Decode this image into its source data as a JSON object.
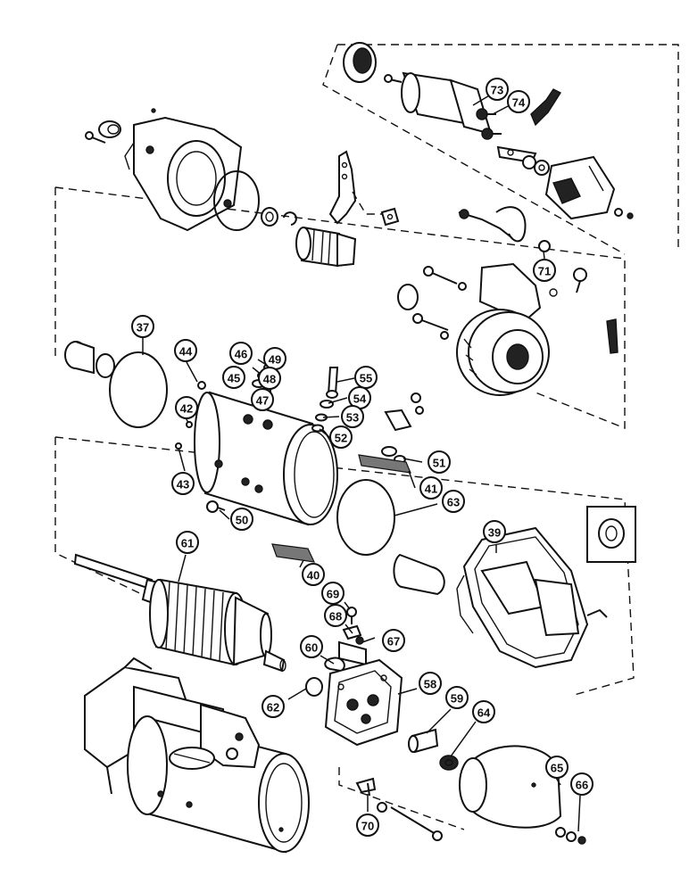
{
  "diagram": {
    "callouts": [
      "73",
      "74",
      "71",
      "37",
      "44",
      "46",
      "49",
      "45",
      "48",
      "47",
      "55",
      "54",
      "42",
      "53",
      "52",
      "51",
      "43",
      "41",
      "63",
      "50",
      "39",
      "61",
      "40",
      "69",
      "68",
      "67",
      "60",
      "58",
      "62",
      "59",
      "64",
      "65",
      "66",
      "70"
    ]
  }
}
